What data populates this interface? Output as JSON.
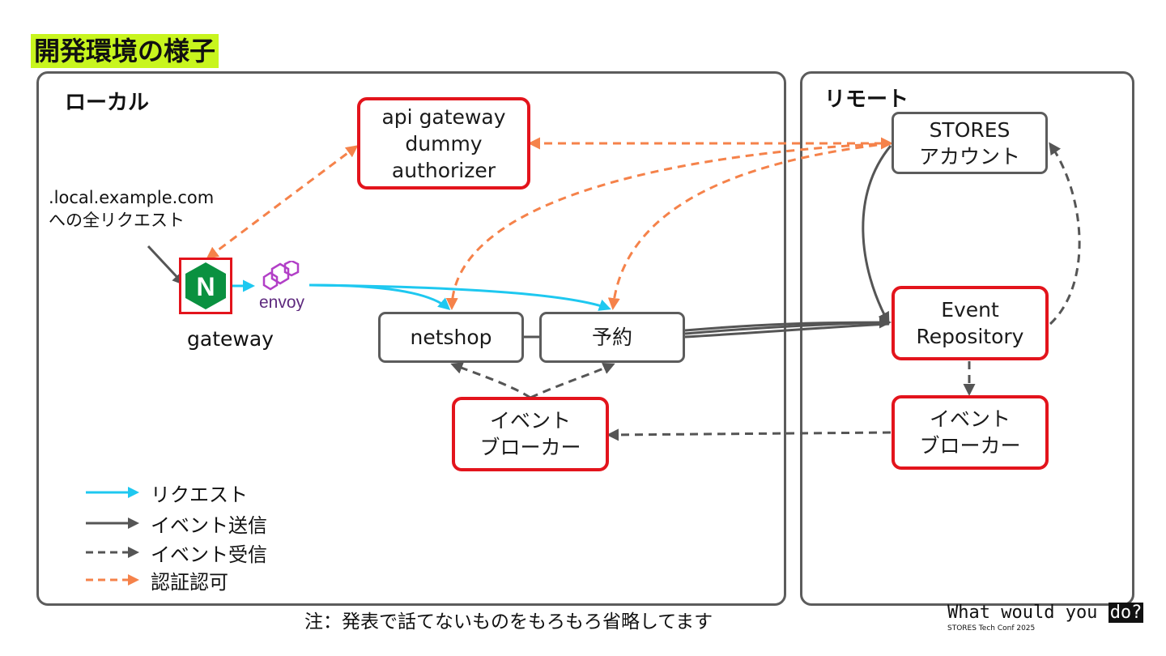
{
  "title": "開発環境の様子",
  "panels": {
    "local": "ローカル",
    "remote": "リモート"
  },
  "nodes": {
    "api_gateway": [
      "api gateway",
      "dummy",
      "authorizer"
    ],
    "netshop": "netshop",
    "yoyaku": "予約",
    "local_broker": [
      "イベント",
      "ブローカー"
    ],
    "stores_account": [
      "STORES",
      "アカウント"
    ],
    "event_repository": [
      "Event",
      "Repository"
    ],
    "remote_broker": [
      "イベント",
      "ブローカー"
    ]
  },
  "request_note": [
    ".local.example.com",
    "への全リクエスト"
  ],
  "gateway": {
    "label": "gateway",
    "nginx_letter": "N",
    "envoy_label": "envoy"
  },
  "legend": [
    {
      "label": "リクエスト",
      "style": "solid",
      "color": "#1ec8f0"
    },
    {
      "label": "イベント送信",
      "style": "solid",
      "color": "#555555"
    },
    {
      "label": "イベント受信",
      "style": "dashed",
      "color": "#555555"
    },
    {
      "label": "認証認可",
      "style": "dashed",
      "color": "#f5824a"
    }
  ],
  "footer_note": "注：発表で話てないものをもろもろ省略してます",
  "brand": {
    "main": "What would you ",
    "highlight": "do?",
    "sub": "STORES Tech Conf 2025"
  },
  "colors": {
    "highlight_bg": "#c8f51e",
    "red_border": "#e3141c",
    "request": "#1ec8f0",
    "event": "#555555",
    "auth": "#f5824a",
    "nginx_green": "#0a9140",
    "envoy_purple": "#b23fc7"
  }
}
